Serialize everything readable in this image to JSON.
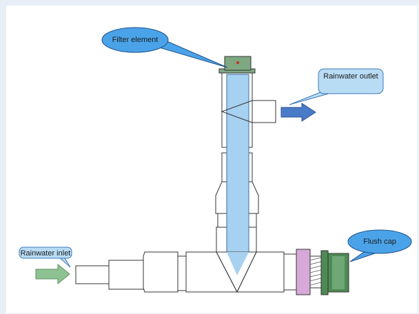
{
  "labels": {
    "filter_element": "Filter element",
    "rainwater_outlet": "Rainwater outlet",
    "rainwater_inlet": "Rainwater inlet",
    "flush_cap": "Flush cap"
  },
  "colors": {
    "callout_fill": "#4aa3e8",
    "callout_stroke": "#1f4f8a",
    "filter_column": "#a7d1f0",
    "outlet_arrow": "#4a7bc8",
    "inlet_arrow": "#8fc292",
    "filter_cap": "#7ea882",
    "coupling_ring": "#d7a8d8",
    "flush_cap_body": "#4e8a55",
    "pipe_stroke": "#333333"
  },
  "icons": {
    "inlet_arrow": "arrow-right-icon",
    "outlet_arrow": "arrow-right-icon"
  }
}
